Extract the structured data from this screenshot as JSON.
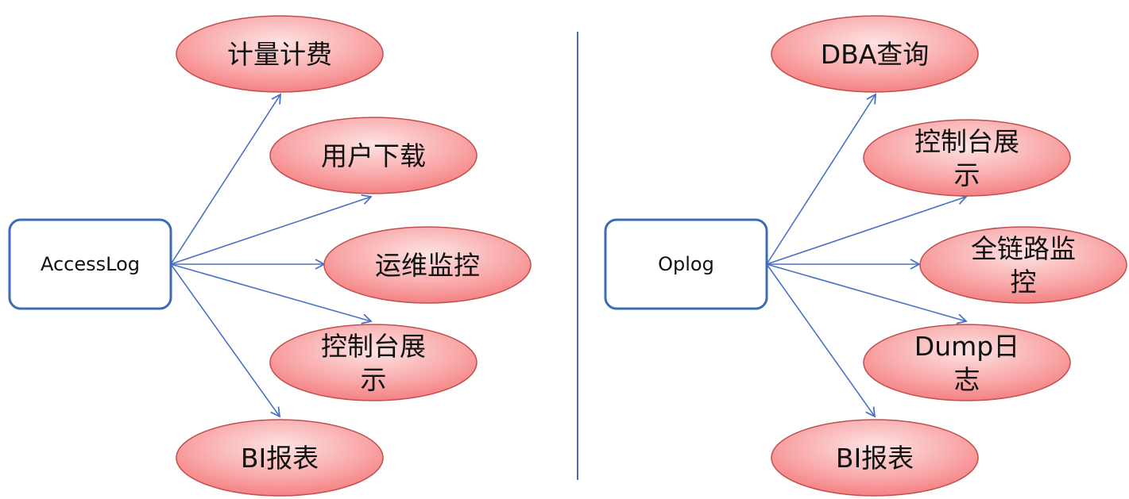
{
  "left": {
    "source": "AccessLog",
    "targets": [
      {
        "lines": [
          "计量计费"
        ]
      },
      {
        "lines": [
          "用户下载"
        ]
      },
      {
        "lines": [
          "运维监控"
        ]
      },
      {
        "lines": [
          "控制台展",
          "示"
        ]
      },
      {
        "lines": [
          "BI报表"
        ]
      }
    ]
  },
  "right": {
    "source": "Oplog",
    "targets": [
      {
        "lines": [
          "DBA查询"
        ]
      },
      {
        "lines": [
          "控制台展",
          "示"
        ]
      },
      {
        "lines": [
          "全链路监",
          "控"
        ]
      },
      {
        "lines": [
          "Dump日",
          "志"
        ]
      },
      {
        "lines": [
          "BI报表"
        ]
      }
    ]
  },
  "colors": {
    "box_border": "#3b6cb5",
    "arrow": "#4a72c4",
    "ellipse_fill_light": "#fde3e3",
    "ellipse_fill_dark": "#f4797b",
    "ellipse_border": "#c0504d",
    "divider": "#4a6fa5"
  }
}
